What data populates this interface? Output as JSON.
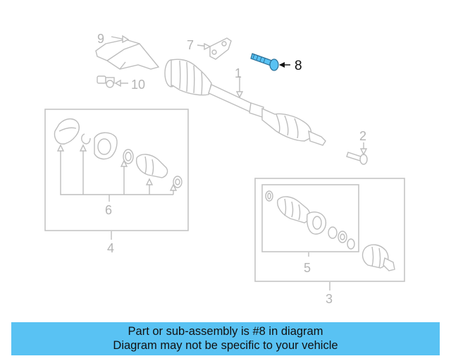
{
  "diagram": {
    "callouts": [
      "1",
      "2",
      "3",
      "4",
      "5",
      "6",
      "7",
      "8",
      "9",
      "10"
    ],
    "highlight_callout": "8",
    "highlight_color": "#59c2f3",
    "part_color": "#bdbdbd"
  },
  "banner": {
    "line1": "Part or sub-assembly is #8 in diagram",
    "line2": "Diagram may not be specific to your vehicle",
    "background": "#59c2f3"
  }
}
